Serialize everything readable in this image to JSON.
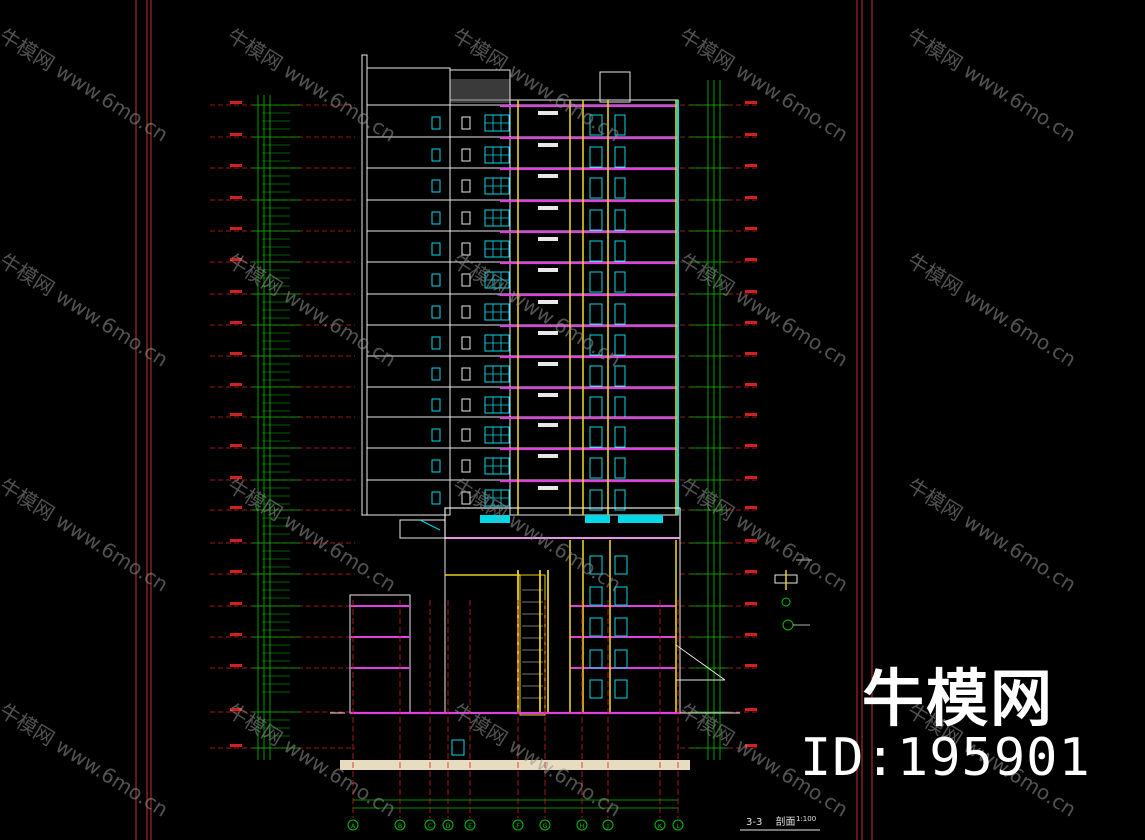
{
  "drawing": {
    "section_title": "3-3",
    "section_word": "剖面",
    "scale_text": "1:100"
  },
  "branding": {
    "logo_text": "牛模网",
    "id_text": "ID:195901"
  },
  "watermark": {
    "text": "牛模网 www.6mo.cn"
  },
  "axis_labels": [
    "A",
    "B",
    "C",
    "D",
    "E",
    "F",
    "G",
    "H",
    "J",
    "K",
    "L"
  ],
  "colors": {
    "background": "#000000",
    "frame_red": "#c03030",
    "level_line_red": "#d02020",
    "dim_green": "#00c000",
    "wall_white": "#e8e8e8",
    "slab_magenta": "#e040e0",
    "column_yellow": "#e8d020",
    "window_cyan": "#00d8e8",
    "ground_beige": "#e8dcc0"
  },
  "icons": {
    "section_marker": "section-cut-symbol",
    "axis_bubble": "grid-axis-bubble"
  }
}
